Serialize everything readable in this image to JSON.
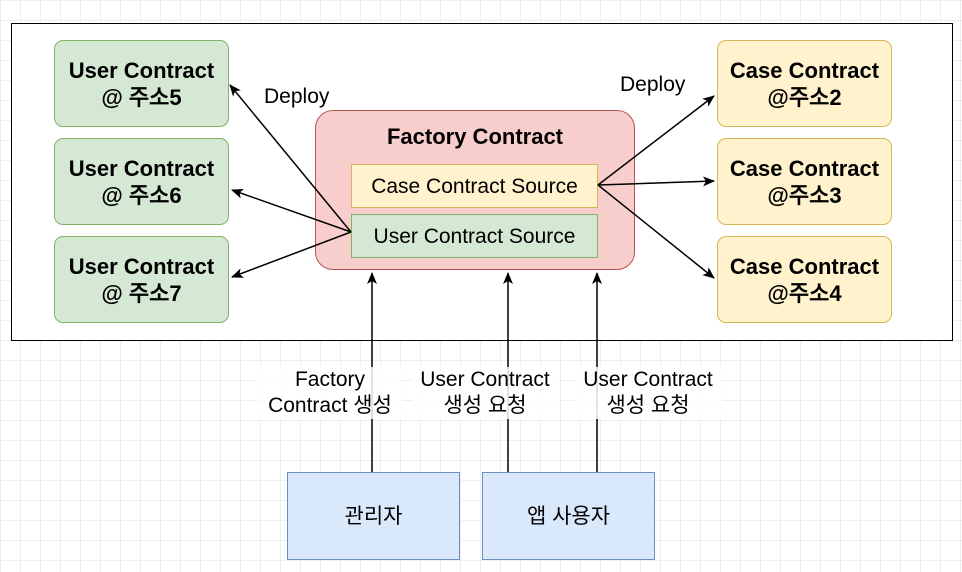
{
  "user_contracts": [
    {
      "line1": "User Contract",
      "line2": "@ 주소5"
    },
    {
      "line1": "User Contract",
      "line2": "@ 주소6"
    },
    {
      "line1": "User Contract",
      "line2": "@ 주소7"
    }
  ],
  "case_contracts": [
    {
      "line1": "Case Contract",
      "line2": "@주소2"
    },
    {
      "line1": "Case Contract",
      "line2": "@주소3"
    },
    {
      "line1": "Case Contract",
      "line2": "@주소4"
    }
  ],
  "factory": {
    "title": "Factory Contract",
    "case_source": "Case Contract Source",
    "user_source": "User Contract Source"
  },
  "edge_labels": {
    "deploy_left": "Deploy",
    "deploy_right": "Deploy",
    "factory_create": {
      "line1": "Factory",
      "line2": "Contract 생성"
    },
    "user_request_1": {
      "line1": "User Contract",
      "line2": "생성 요청"
    },
    "user_request_2": {
      "line1": "User Contract",
      "line2": "생성 요청"
    }
  },
  "actors": {
    "admin": "관리자",
    "app_user": "앱 사용자"
  },
  "colors": {
    "user_fill": "#d5e8d4",
    "user_stroke": "#82b366",
    "case_fill": "#fff2cc",
    "case_stroke": "#d6b656",
    "factory_fill": "#f8cecc",
    "factory_stroke": "#b85450",
    "actor_fill": "#dae8fc",
    "actor_stroke": "#6c8ebf"
  }
}
